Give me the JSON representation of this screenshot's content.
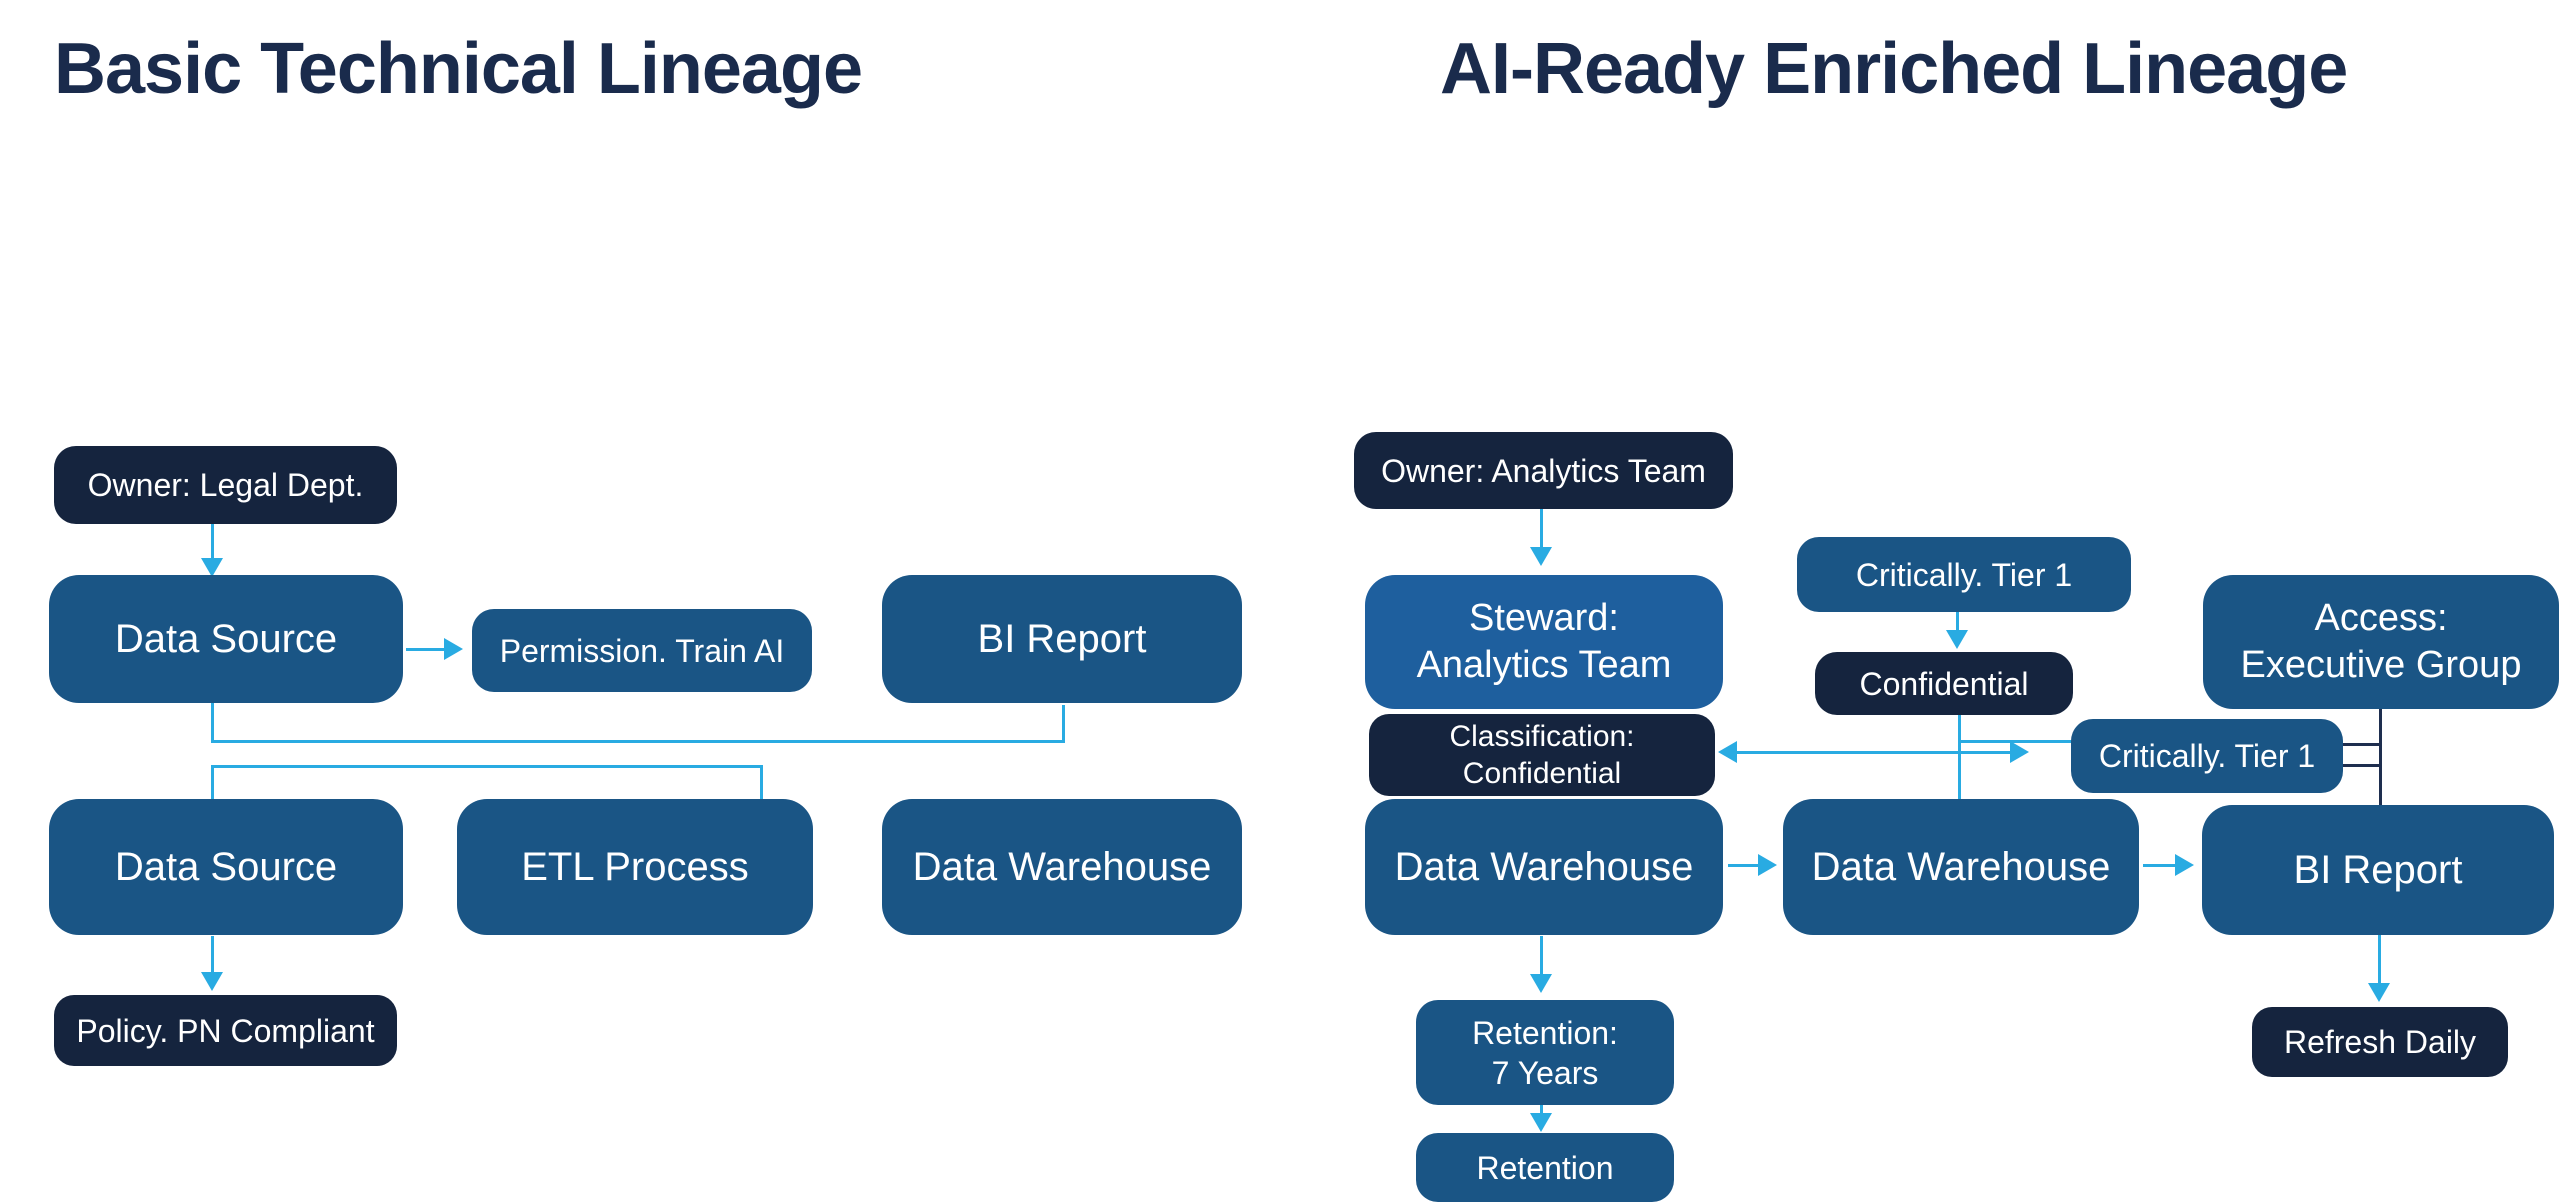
{
  "colors": {
    "box_blue": "#1A5585",
    "box_blue_light": "#1E5F9E",
    "box_dark": "#15243E",
    "arrow": "#29ABE2",
    "connector_dark": "#1E2E4F",
    "title_text": "#1A2B4C",
    "box_text": "#FFFFFF",
    "canvas_bg": "#FFFFFF"
  },
  "left": {
    "title": "Basic Technical Lineage",
    "nodes": {
      "owner": {
        "label": "Owner: Legal Dept."
      },
      "data_source_top": {
        "label": "Data Source"
      },
      "permission": {
        "label": "Permission. Train AI"
      },
      "bi_report": {
        "label": "BI Report"
      },
      "data_source_bottom": {
        "label": "Data Source"
      },
      "etl": {
        "label": "ETL Process"
      },
      "warehouse": {
        "label": "Data Warehouse"
      },
      "policy": {
        "label": "Policy. PN Compliant"
      }
    },
    "edges": [
      "owner -> data_source_top",
      "data_source_top -> permission",
      "data_source_top -> bi_report (bottom elbow)",
      "bracket over data_source_bottom + etl",
      "data_source_bottom -> policy"
    ]
  },
  "right": {
    "title": "AI-Ready Enriched Lineage",
    "nodes": {
      "owner": {
        "label": "Owner: Analytics Team"
      },
      "steward": {
        "line1": "Steward:",
        "line2": "Analytics Team"
      },
      "criticality_top": {
        "label": "Critically. Tier 1"
      },
      "confidential": {
        "label": "Confidential"
      },
      "access": {
        "line1": "Access:",
        "line2": "Executive Group"
      },
      "classification": {
        "line1": "Classification:",
        "line2": "Confidential"
      },
      "criticality_mid": {
        "label": "Critically. Tier 1"
      },
      "warehouse_left": {
        "label": "Data Warehouse"
      },
      "warehouse_right": {
        "label": "Data Warehouse"
      },
      "bi_report": {
        "label": "BI Report"
      },
      "retention_7": {
        "line1": "Retention:",
        "line2": "7 Years"
      },
      "retention": {
        "label": "Retention"
      },
      "refresh": {
        "label": "Refresh Daily"
      }
    },
    "edges": [
      "owner -> steward",
      "criticality_top -> confidential",
      "confidential -> warehouse_right",
      "confidential <-> classification / criticality_mid (double arrow)",
      "warehouse_left -> warehouse_right",
      "warehouse_right -> bi_report",
      "warehouse_left -> retention_7",
      "retention_7 -> retention",
      "access -> bi_report (dark line)",
      "criticality_mid = access line (dark bridge)",
      "bi_report -> refresh"
    ]
  }
}
